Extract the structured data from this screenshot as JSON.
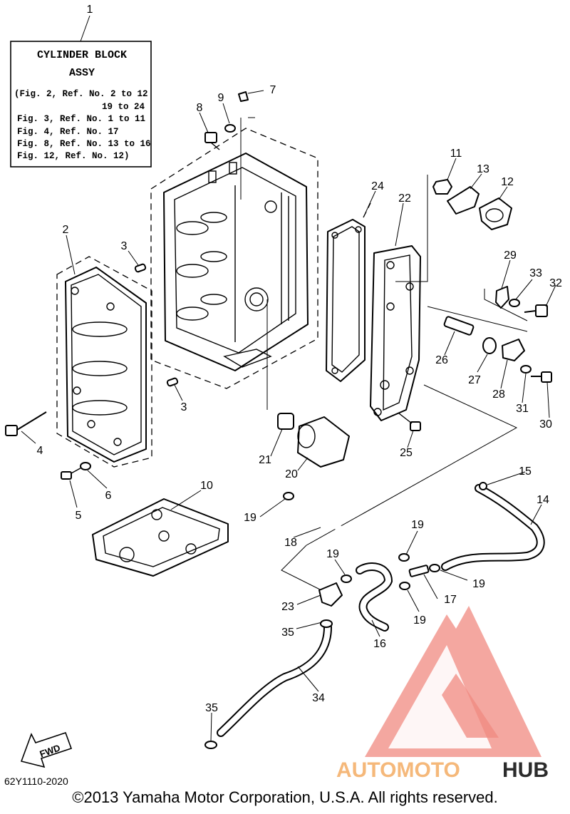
{
  "info_box": {
    "title_line1": "CYLINDER BLOCK",
    "title_line2": "ASSY",
    "refs": [
      "(Fig. 2, Ref. No. 2 to 12",
      "19 to 24",
      "Fig. 3, Ref. No. 1 to 11",
      "Fig. 4, Ref. No. 17",
      "Fig. 8, Ref. No. 13 to 16",
      "Fig. 12, Ref. No. 12)"
    ]
  },
  "callouts": {
    "n1": "1",
    "n2": "2",
    "n3a": "3",
    "n3b": "3",
    "n4": "4",
    "n5": "5",
    "n6": "6",
    "n7": "7",
    "n8": "8",
    "n9": "9",
    "n10": "10",
    "n11": "11",
    "n12": "12",
    "n13": "13",
    "n14": "14",
    "n15": "15",
    "n16": "16",
    "n17": "17",
    "n18": "18",
    "n19a": "19",
    "n19b": "19",
    "n19c": "19",
    "n19d": "19",
    "n19e": "19",
    "n20": "20",
    "n21": "21",
    "n22": "22",
    "n23": "23",
    "n24": "24",
    "n25": "25",
    "n26": "26",
    "n27": "27",
    "n28": "28",
    "n29": "29",
    "n30": "30",
    "n31": "31",
    "n32": "32",
    "n33": "33",
    "n34": "34",
    "n35a": "35",
    "n35b": "35"
  },
  "fwd_label": "FWD",
  "watermark": {
    "part1": "AUTOMOTO",
    "part2": "HUB",
    "color_primary": "#f08a80",
    "color_secondary": "#f5b87a",
    "color_dark": "#2b2b2b"
  },
  "footer": {
    "code": "62Y1110-2020",
    "copyright": "©2013 Yamaha Motor Corporation, U.S.A. All rights reserved."
  }
}
